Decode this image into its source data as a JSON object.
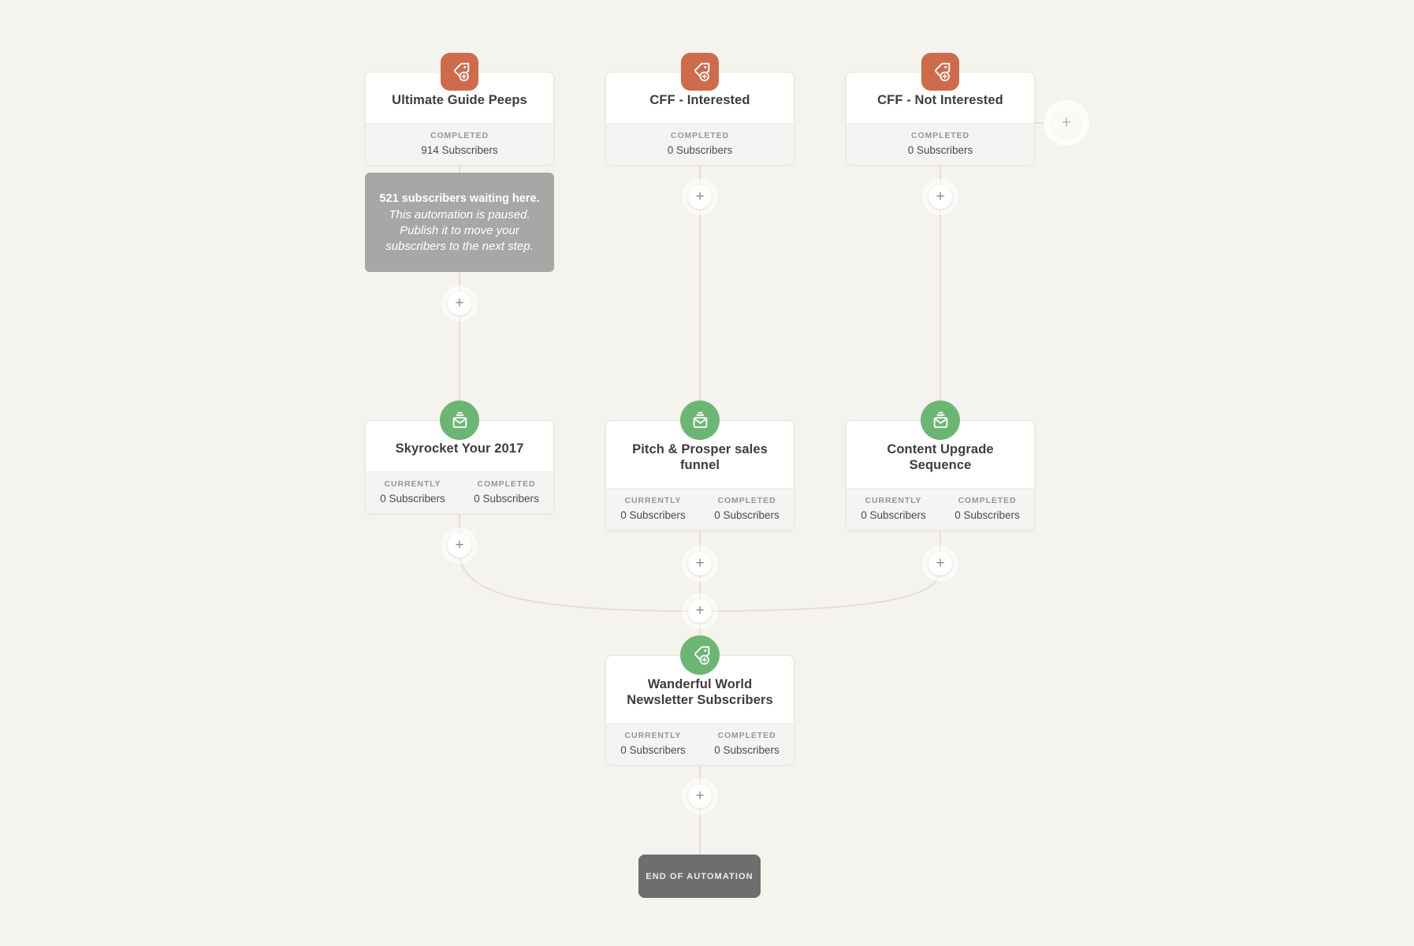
{
  "canvas": {
    "background": "#f5f3ee"
  },
  "colors": {
    "tag_orange": "#cf6b4b",
    "tag_green": "#6bb673",
    "connector": "#e2dfd9",
    "waiting_bg": "#a7a7a7",
    "end_bg": "#6e6e6e",
    "card_bg": "#ffffff",
    "stats_bg": "#f4f4f2"
  },
  "add_button_label": "+",
  "end_label": "END OF AUTOMATION",
  "waiting_notice": {
    "bold": "521 subscribers waiting here.",
    "italic": "This automation is paused. Publish it to move your subscribers to the next step."
  },
  "nodes": [
    {
      "title": "Ultimate Guide Peeps",
      "icon": "tag-add-icon",
      "accent": "tag_orange",
      "stats": [
        {
          "label": "COMPLETED",
          "value": "914 Subscribers"
        }
      ]
    },
    {
      "title": "CFF - Interested",
      "icon": "tag-add-icon",
      "accent": "tag_orange",
      "stats": [
        {
          "label": "COMPLETED",
          "value": "0 Subscribers"
        }
      ]
    },
    {
      "title": "CFF - Not Interested",
      "icon": "tag-add-icon",
      "accent": "tag_orange",
      "stats": [
        {
          "label": "COMPLETED",
          "value": "0 Subscribers"
        }
      ]
    },
    {
      "title": "Skyrocket Your 2017",
      "icon": "email-sequence-icon",
      "accent": "tag_green",
      "stats": [
        {
          "label": "CURRENTLY",
          "value": "0 Subscribers"
        },
        {
          "label": "COMPLETED",
          "value": "0 Subscribers"
        }
      ]
    },
    {
      "title": "Pitch & Prosper sales funnel",
      "icon": "email-sequence-icon",
      "accent": "tag_green",
      "stats": [
        {
          "label": "CURRENTLY",
          "value": "0 Subscribers"
        },
        {
          "label": "COMPLETED",
          "value": "0 Subscribers"
        }
      ]
    },
    {
      "title": "Content Upgrade Sequence",
      "icon": "email-sequence-icon",
      "accent": "tag_green",
      "stats": [
        {
          "label": "CURRENTLY",
          "value": "0 Subscribers"
        },
        {
          "label": "COMPLETED",
          "value": "0 Subscribers"
        }
      ]
    },
    {
      "title": "Wanderful World Newsletter Subscribers",
      "icon": "tag-add-icon",
      "accent": "tag_green",
      "stats": [
        {
          "label": "CURRENTLY",
          "value": "0 Subscribers"
        },
        {
          "label": "COMPLETED",
          "value": "0 Subscribers"
        }
      ]
    }
  ]
}
